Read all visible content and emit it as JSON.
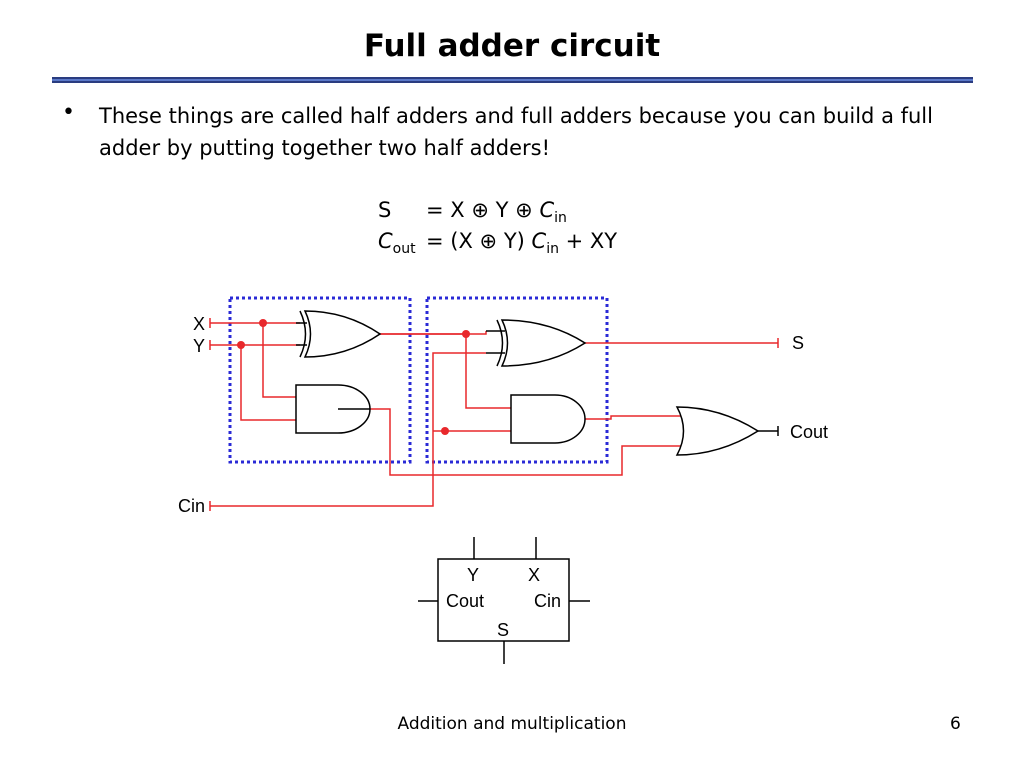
{
  "slide": {
    "title": "Full adder circuit",
    "bullet_symbol": "•",
    "bullet_text": "These things are called half adders and full adders because you can build a full adder by putting together two half adders!",
    "equations": [
      {
        "lhs": "S",
        "rhs_parts": [
          "= X ",
          "⊕",
          " Y ",
          "⊕",
          " "
        ],
        "var": "C",
        "sub": "in",
        "tail": ""
      },
      {
        "lhs": "C",
        "lhs_sub": "out",
        "rhs_parts": [
          "= (X ",
          "⊕",
          " Y) "
        ],
        "var": "C",
        "sub": "in",
        "tail": " + XY"
      }
    ],
    "footer_text": "Addition and multiplication",
    "page_number": "6"
  },
  "circuit": {
    "labels": {
      "x": "X",
      "y": "Y",
      "cin": "Cin",
      "s": "S",
      "cout": "Cout"
    },
    "wire_color": "#e8282c",
    "box_color": "#2a2ad6"
  },
  "block": {
    "top_left": "Y",
    "top_right": "X",
    "left": "Cout",
    "right": "Cin",
    "bottom": "S"
  }
}
